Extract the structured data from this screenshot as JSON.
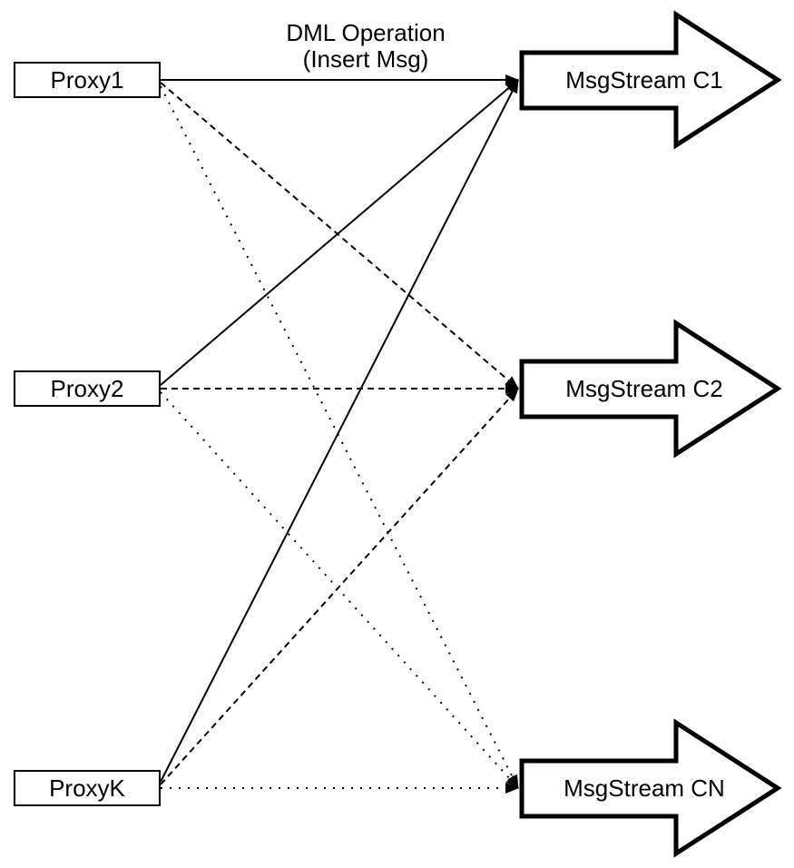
{
  "diagram": {
    "caption": {
      "line1": "DML Operation",
      "line2": "(Insert Msg)"
    },
    "proxies": [
      {
        "label": "Proxy1"
      },
      {
        "label": "Proxy2"
      },
      {
        "label": "ProxyK"
      }
    ],
    "streams": [
      {
        "label": "MsgStream C1"
      },
      {
        "label": "MsgStream C2"
      },
      {
        "label": "MsgStream CN"
      }
    ],
    "connections": [
      {
        "from": "Proxy1",
        "to": "MsgStream C1",
        "style": "solid"
      },
      {
        "from": "Proxy1",
        "to": "MsgStream C2",
        "style": "dashed"
      },
      {
        "from": "Proxy1",
        "to": "MsgStream CN",
        "style": "dotted"
      },
      {
        "from": "Proxy2",
        "to": "MsgStream C1",
        "style": "solid"
      },
      {
        "from": "Proxy2",
        "to": "MsgStream C2",
        "style": "dashed"
      },
      {
        "from": "Proxy2",
        "to": "MsgStream CN",
        "style": "dotted"
      },
      {
        "from": "ProxyK",
        "to": "MsgStream C1",
        "style": "solid"
      },
      {
        "from": "ProxyK",
        "to": "MsgStream C2",
        "style": "dashed"
      },
      {
        "from": "ProxyK",
        "to": "MsgStream CN",
        "style": "dotted"
      }
    ],
    "colors": {
      "stroke": "#000000",
      "fill": "#ffffff",
      "background": "#ffffff"
    }
  }
}
